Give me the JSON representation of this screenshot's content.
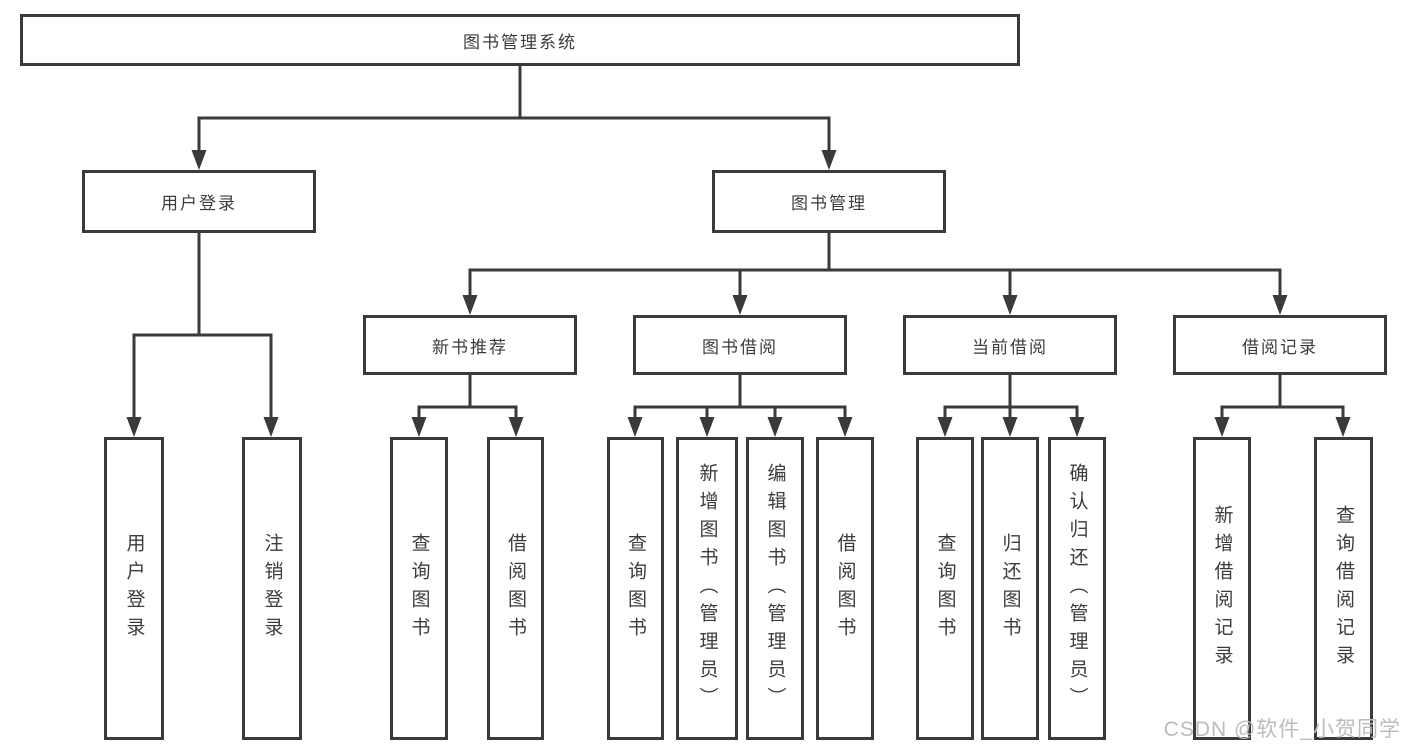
{
  "colors": {
    "border": "#3a3a3a",
    "text": "#3c3c3c",
    "bg": "#ffffff",
    "watermark": "#bcbcbc"
  },
  "watermark": {
    "text": "CSDN @软件_小贺同学"
  },
  "tree": {
    "root": {
      "label": "图书管理系统"
    },
    "branches": [
      {
        "label": "用户登录",
        "children": [
          {
            "label": "用户登录"
          },
          {
            "label": "注销登录"
          }
        ]
      },
      {
        "label": "图书管理",
        "children": [
          {
            "label": "新书推荐",
            "children": [
              {
                "label": "查询图书"
              },
              {
                "label": "借阅图书"
              }
            ]
          },
          {
            "label": "图书借阅",
            "children": [
              {
                "label": "查询图书"
              },
              {
                "label": "新增图书（管理员）"
              },
              {
                "label": "编辑图书（管理员）"
              },
              {
                "label": "借阅图书"
              }
            ]
          },
          {
            "label": "当前借阅",
            "children": [
              {
                "label": "查询图书"
              },
              {
                "label": "归还图书"
              },
              {
                "label": "确认归还（管理员）"
              }
            ]
          },
          {
            "label": "借阅记录",
            "children": [
              {
                "label": "新增借阅记录"
              },
              {
                "label": "查询借阅记录"
              }
            ]
          }
        ]
      }
    ]
  }
}
